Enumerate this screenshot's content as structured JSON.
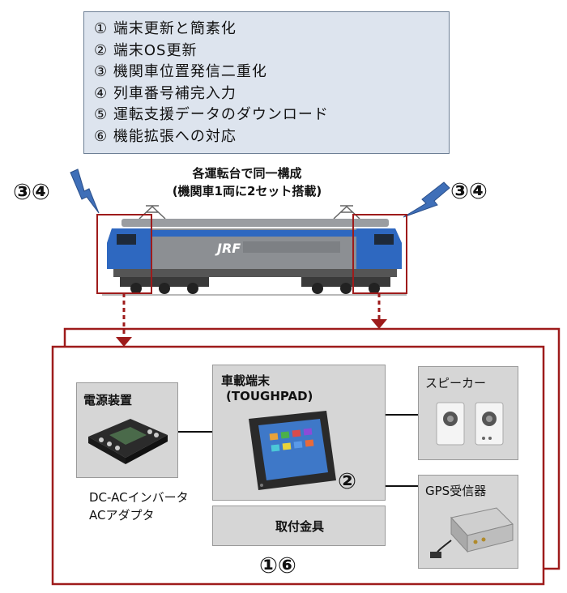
{
  "notes": [
    "① 端末更新と簡素化",
    "② 端末OS更新",
    "③ 機関車位置発信二重化",
    "④ 列車番号補完入力",
    "⑤ 運転支援データのダウンロード",
    "⑥ 機能拡張への対応"
  ],
  "caption": {
    "line1": "各運転台で同一構成",
    "line2": "(機関車1両に2セット搭載)"
  },
  "left_marker": "③④",
  "right_marker": "③④",
  "locomotive": {
    "logo": "JRF"
  },
  "power_unit": {
    "label": "電源装置",
    "desc1": "DC-ACインバータ",
    "desc2": "ACアダプタ"
  },
  "terminal": {
    "label1": "車載端末",
    "label2": "(TOUGHPAD)",
    "marker": "②"
  },
  "mount": {
    "label": "取付金具"
  },
  "speaker": {
    "label": "スピーカー"
  },
  "gps": {
    "label": "GPS受信器"
  },
  "bottom_marker": "①⑥",
  "colors": {
    "frame": "#9e1b1b",
    "loco_blue": "#2e68c0",
    "loco_grey": "#8c8f93",
    "box_grey": "#d6d6d6"
  }
}
